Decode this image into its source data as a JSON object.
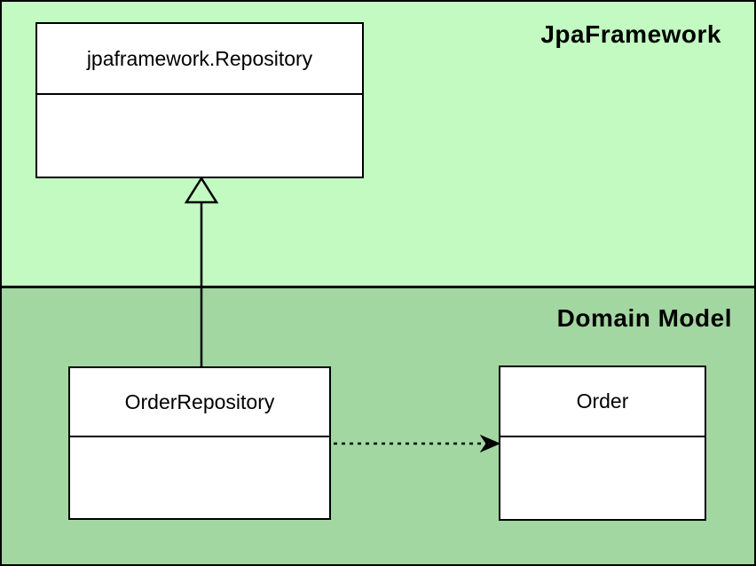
{
  "diagram": {
    "packages": [
      {
        "label": "JpaFramework"
      },
      {
        "label": "Domain Model"
      }
    ],
    "classes": [
      {
        "name": "jpaframework.Repository",
        "package": "JpaFramework",
        "compartments": 2
      },
      {
        "name": "OrderRepository",
        "package": "Domain Model",
        "compartments": 2
      },
      {
        "name": "Order",
        "package": "Domain Model",
        "compartments": 2
      }
    ],
    "relationships": [
      {
        "type": "inheritance",
        "from": "OrderRepository",
        "to": "jpaframework.Repository",
        "line": "solid",
        "arrowhead": "hollow-triangle"
      },
      {
        "type": "dependency",
        "from": "OrderRepository",
        "to": "Order",
        "line": "dashed",
        "arrowhead": "filled-stealth"
      }
    ],
    "colors": {
      "package_top_bg": "#c2fac2",
      "package_bottom_bg": "#a3d7a1",
      "class_bg": "#ffffff",
      "line_color": "#000000"
    }
  }
}
